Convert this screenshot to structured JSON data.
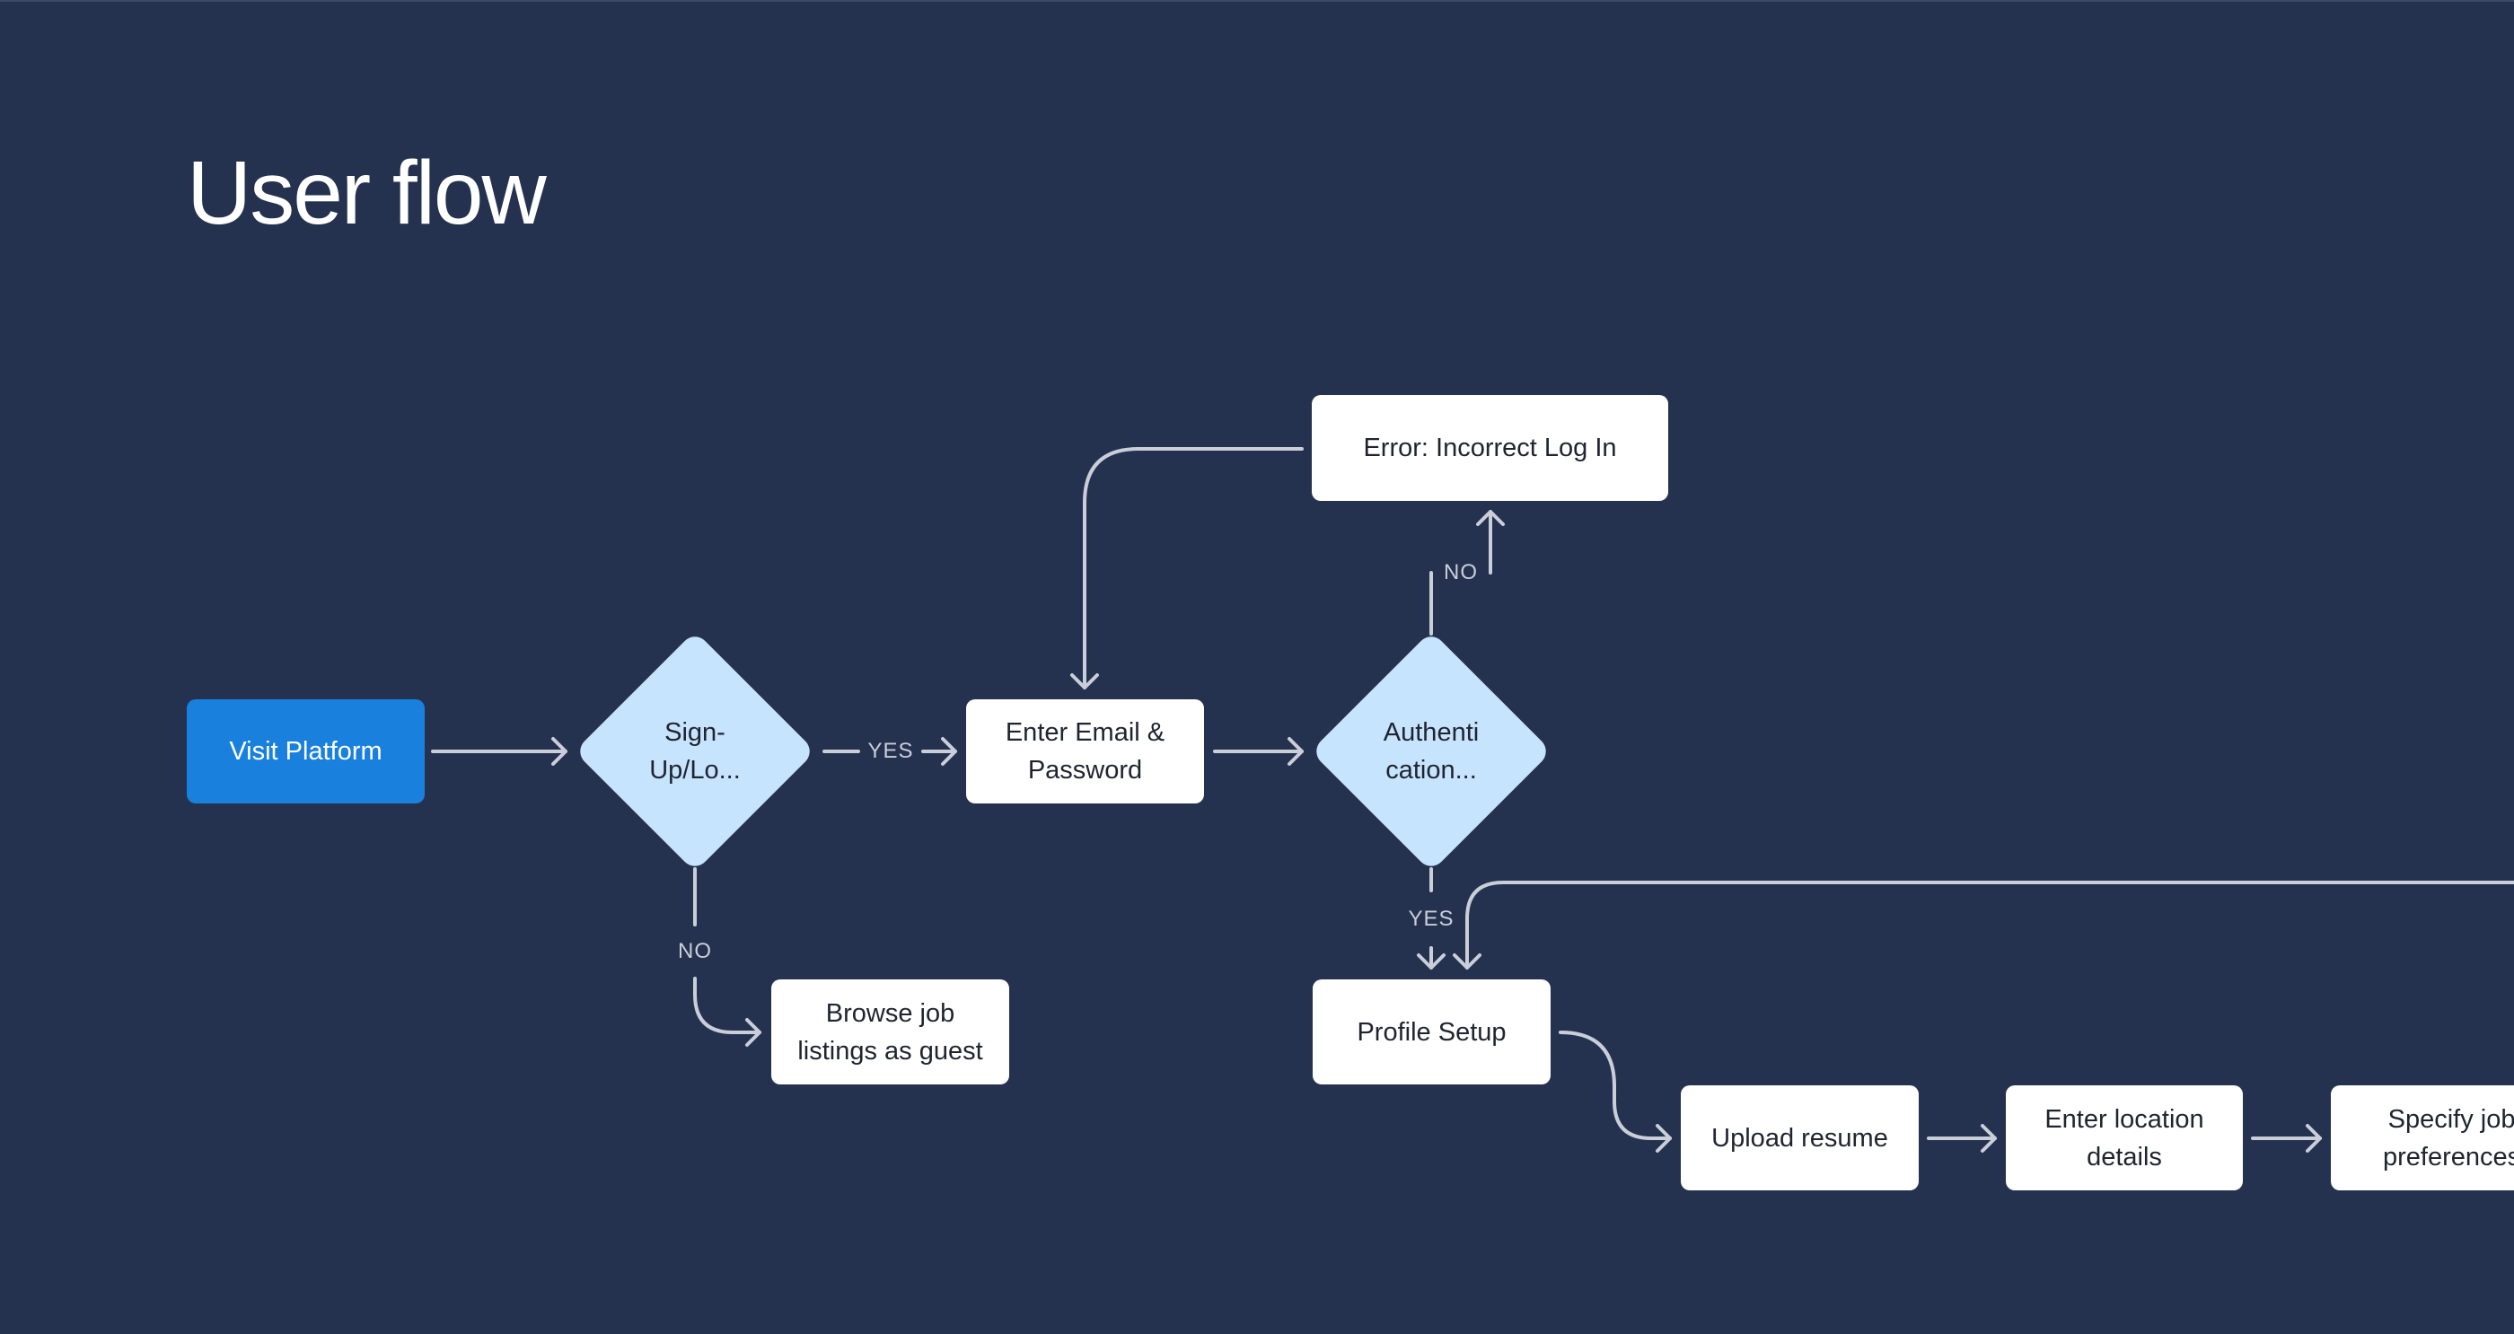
{
  "title": "User flow",
  "nodes": {
    "visit_platform": "Visit Platform",
    "signup_decision": "Sign-\nUp/Lo...",
    "enter_credentials": "Enter Email &\nPassword",
    "auth_decision": "Authenti\ncation...",
    "error_login": "Error: Incorrect Log In",
    "browse_guest": "Browse job\nlistings as guest",
    "profile_setup": "Profile Setup",
    "upload_resume": "Upload resume",
    "enter_location": "Enter location\ndetails",
    "specify_preferences": "Specify job\npreferences"
  },
  "edge_labels": {
    "signup_yes": "YES",
    "signup_no": "NO",
    "auth_no": "NO",
    "auth_yes": "YES"
  },
  "colors": {
    "background": "#243250",
    "node_fill": "#ffffff",
    "primary_fill": "#1a80dd",
    "decision_fill": "#c6e4fd",
    "connector": "#c9ced8"
  }
}
